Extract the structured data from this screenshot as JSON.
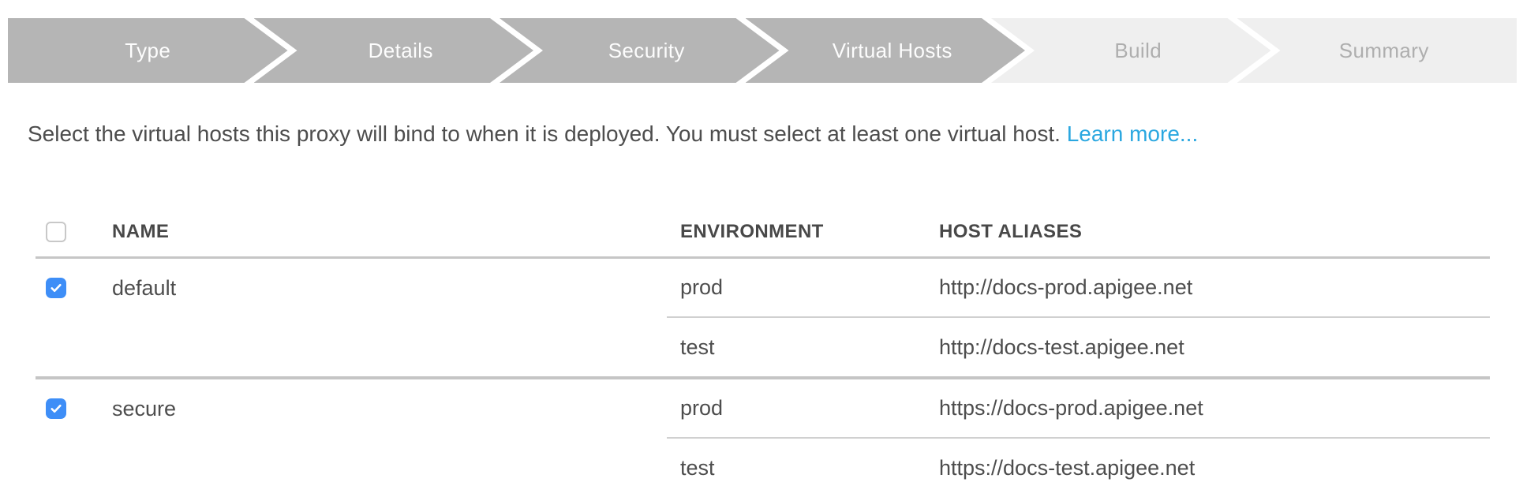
{
  "wizard": {
    "steps": [
      {
        "label": "Type",
        "state": "completed"
      },
      {
        "label": "Details",
        "state": "completed"
      },
      {
        "label": "Security",
        "state": "completed"
      },
      {
        "label": "Virtual Hosts",
        "state": "current"
      },
      {
        "label": "Build",
        "state": "upcoming"
      },
      {
        "label": "Summary",
        "state": "upcoming"
      }
    ]
  },
  "instructions": {
    "text": "Select the virtual hosts this proxy will bind to when it is deployed. You must select at least one virtual host. ",
    "learn_more_label": "Learn more..."
  },
  "virtual_hosts_table": {
    "headers": {
      "name": "NAME",
      "environment": "ENVIRONMENT",
      "host_aliases": "HOST ALIASES"
    },
    "select_all": {
      "checked": false
    },
    "rows": [
      {
        "name": "default",
        "checked": true,
        "environments": [
          {
            "environment": "prod",
            "host_alias": "http://docs-prod.apigee.net"
          },
          {
            "environment": "test",
            "host_alias": "http://docs-test.apigee.net"
          }
        ]
      },
      {
        "name": "secure",
        "checked": true,
        "environments": [
          {
            "environment": "prod",
            "host_alias": "https://docs-prod.apigee.net"
          },
          {
            "environment": "test",
            "host_alias": "https://docs-test.apigee.net"
          }
        ]
      }
    ]
  },
  "colors": {
    "step_completed_bg": "#b5b5b5",
    "step_completed_text": "#ffffff",
    "step_upcoming_bg": "#efefef",
    "step_upcoming_text": "#aeaeae",
    "link_blue": "#2aa7e0",
    "checkbox_blue": "#3e8ef7",
    "body_text": "#4d4d4d",
    "separator_thick": "#c5c5c5",
    "separator_thin": "#d0d0d0"
  }
}
